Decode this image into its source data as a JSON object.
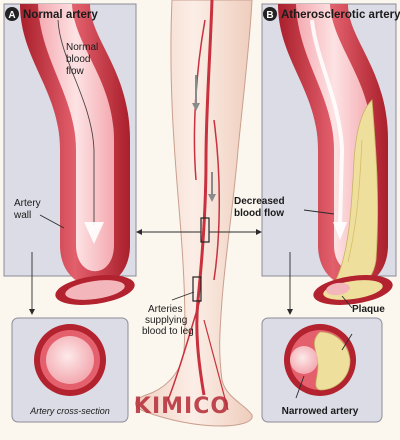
{
  "panel_a": {
    "badge": "A",
    "title": "Normal artery",
    "flow_label": [
      "Normal",
      "blood",
      "flow"
    ],
    "wall_label": [
      "Artery",
      "wall"
    ],
    "cross_section_label": "Artery cross-section"
  },
  "panel_b": {
    "badge": "B",
    "title": "Atherosclerotic artery",
    "flow_label": [
      "Decreased",
      "blood flow"
    ],
    "plaque_label": "Plaque",
    "cross_section_label": "Narrowed artery"
  },
  "leg": {
    "label": [
      "Arteries",
      "supplying",
      "blood to leg"
    ]
  },
  "watermark": {
    "text": "KIMICO",
    "color": "#b42a36"
  },
  "colors": {
    "background": "#fbf7ee",
    "panel_bg": "#dcdce6",
    "artery_red": "#c8313d",
    "artery_pink": "#e87a86",
    "lumen": "#f6c3c6",
    "plaque": "#eedf9c",
    "skin": "#f7e2d6",
    "badge": "#222222"
  }
}
